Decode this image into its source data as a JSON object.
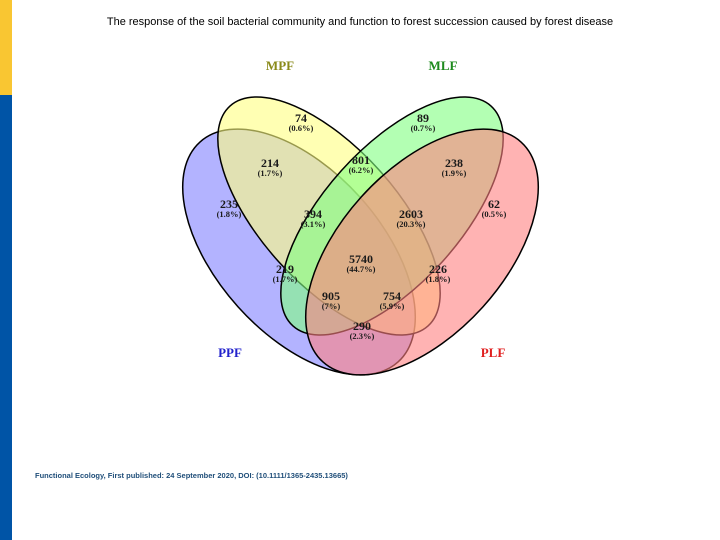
{
  "slide": {
    "title": "The response of the soil bacterial community and function to forest succession caused by forest disease",
    "citation": "Functional Ecology, First published: 24 September 2020, DOI: (10.1111/1365-2435.13665)"
  },
  "colors": {
    "accent_yellow": "#F9C632",
    "accent_blue": "#0054A6",
    "citation_text": "#1F4E79",
    "PPF": "#8080FF",
    "MPF": "#FFFF80",
    "MLF": "#80FF80",
    "PLF": "#FF8080"
  },
  "venn": {
    "sets": [
      {
        "key": "PPF",
        "label": "PPF",
        "color": "#2222CC"
      },
      {
        "key": "MPF",
        "label": "MPF",
        "color": "#8A8A1A"
      },
      {
        "key": "MLF",
        "label": "MLF",
        "color": "#1C8A1C"
      },
      {
        "key": "PLF",
        "label": "PLF",
        "color": "#E02020"
      }
    ],
    "regions": [
      {
        "sets": [
          "MPF"
        ],
        "count": "74",
        "percent": "(0.6%)"
      },
      {
        "sets": [
          "MLF"
        ],
        "count": "89",
        "percent": "(0.7%)"
      },
      {
        "sets": [
          "PPF",
          "MPF"
        ],
        "count": "214",
        "percent": "(1.7%)"
      },
      {
        "sets": [
          "MPF",
          "MLF"
        ],
        "count": "801",
        "percent": "(6.2%)"
      },
      {
        "sets": [
          "MLF",
          "PLF"
        ],
        "count": "238",
        "percent": "(1.9%)"
      },
      {
        "sets": [
          "PPF"
        ],
        "count": "235",
        "percent": "(1.8%)"
      },
      {
        "sets": [
          "PPF",
          "MPF",
          "MLF"
        ],
        "count": "394",
        "percent": "(3.1%)"
      },
      {
        "sets": [
          "MPF",
          "MLF",
          "PLF"
        ],
        "count": "2603",
        "percent": "(20.3%)"
      },
      {
        "sets": [
          "PLF"
        ],
        "count": "62",
        "percent": "(0.5%)"
      },
      {
        "sets": [
          "PPF",
          "MPF",
          "MLF",
          "PLF"
        ],
        "count": "5740",
        "percent": "(44.7%)"
      },
      {
        "sets": [
          "PPF",
          "MLF"
        ],
        "count": "219",
        "percent": "(1.7%)"
      },
      {
        "sets": [
          "MPF",
          "PLF"
        ],
        "count": "226",
        "percent": "(1.8%)"
      },
      {
        "sets": [
          "PPF",
          "MLF",
          "PLF"
        ],
        "count": "905",
        "percent": "(7%)"
      },
      {
        "sets": [
          "PPF",
          "MPF",
          "PLF"
        ],
        "count": "754",
        "percent": "(5.9%)"
      },
      {
        "sets": [
          "PPF",
          "PLF"
        ],
        "count": "290",
        "percent": "(2.3%)"
      }
    ]
  }
}
